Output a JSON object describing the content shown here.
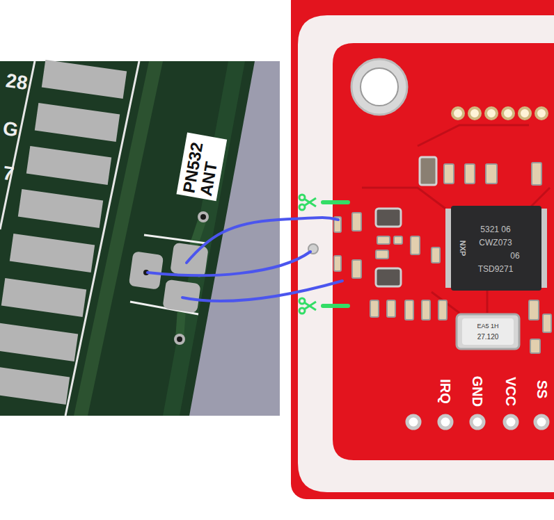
{
  "diagram": {
    "labels": [
      "28",
      "G",
      "7",
      "PN532 ANT",
      "NXP",
      "5321 06",
      "CWZ073",
      "06",
      "TSD9271",
      "EA5 1H",
      "27.120",
      "IRQ",
      "GND",
      "VCC",
      "SS"
    ]
  }
}
